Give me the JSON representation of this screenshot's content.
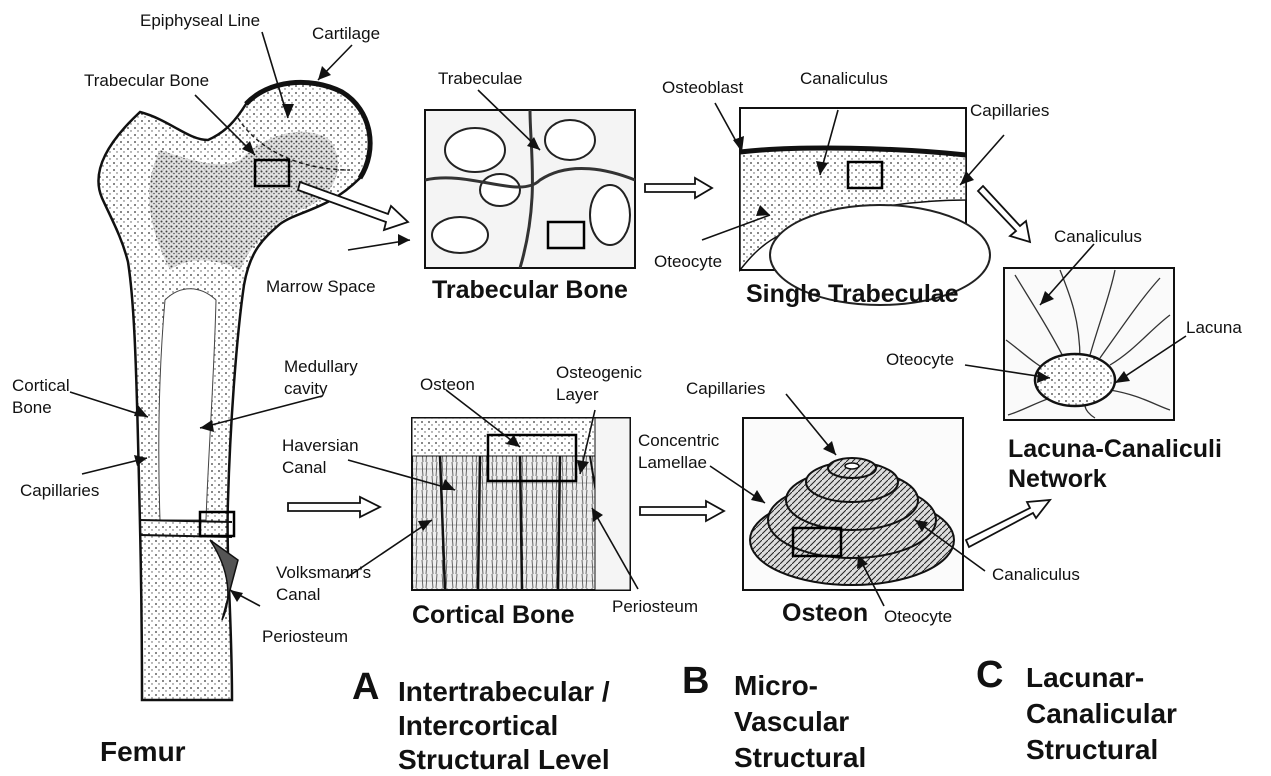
{
  "femur": {
    "title": "Femur",
    "labels": {
      "epiphyseal_line": "Epiphyseal Line",
      "cartilage": "Cartilage",
      "trabecular_bone": "Trabecular Bone",
      "marrow_space": "Marrow Space",
      "medullary_cavity_1": "Medullary",
      "medullary_cavity_2": "cavity",
      "cortical_bone_1": "Cortical",
      "cortical_bone_2": "Bone",
      "capillaries": "Capillaries",
      "periosteum": "Periosteum"
    }
  },
  "trabecular_panel": {
    "title": "Trabecular Bone",
    "labels": {
      "trabeculae": "Trabeculae"
    }
  },
  "single_trabeculae_panel": {
    "title": "Single Trabeculae",
    "labels": {
      "osteoblast": "Osteoblast",
      "canaliculus": "Canaliculus",
      "capillaries": "Capillaries",
      "oteocyte": "Oteocyte"
    }
  },
  "lacuna_panel": {
    "title_1": "Lacuna-Canaliculi",
    "title_2": "Network",
    "labels": {
      "canaliculus": "Canaliculus",
      "lacuna": "Lacuna",
      "oteocyte": "Oteocyte"
    }
  },
  "cortical_panel": {
    "title": "Cortical Bone",
    "labels": {
      "osteon": "Osteon",
      "osteogenic_1": "Osteogenic",
      "osteogenic_2": "Layer",
      "haversian_1": "Haversian",
      "haversian_2": "Canal",
      "volksmann_1": "Volksmann’s",
      "volksmann_2": "Canal",
      "periosteum": "Periosteum"
    }
  },
  "osteon_panel": {
    "title": "Osteon",
    "labels": {
      "capillaries": "Capillaries",
      "concentric_1": "Concentric",
      "concentric_2": "Lamellae",
      "canaliculus": "Canaliculus",
      "oteocyte": "Oteocyte"
    }
  },
  "levels": {
    "a_letter": "A",
    "a_line1": "Intertrabecular /",
    "a_line2": "Intercortical",
    "a_line3": "Structural Level",
    "b_letter": "B",
    "b_line1": "Micro-",
    "b_line2": "Vascular",
    "b_line3": "Structural",
    "c_letter": "C",
    "c_line1": "Lacunar-",
    "c_line2": "Canalicular",
    "c_line3": "Structural"
  }
}
